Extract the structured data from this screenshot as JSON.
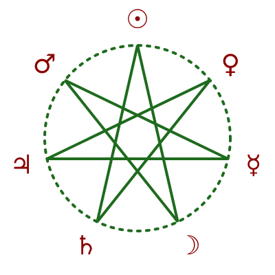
{
  "colors": {
    "star": "#1e6b1e",
    "circle": "#1e6b1e",
    "glyph": "#8b0000",
    "background": "#ffffff"
  },
  "diagram": {
    "figure": "heptagram",
    "vertex_count": 7,
    "star_step": 3,
    "circle_style": "dotted",
    "planets": [
      {
        "name": "sun-icon",
        "glyph": "☉"
      },
      {
        "name": "venus-icon",
        "glyph": "♀"
      },
      {
        "name": "mercury-icon",
        "glyph": "☿"
      },
      {
        "name": "moon-icon",
        "glyph": "☽"
      },
      {
        "name": "saturn-icon",
        "glyph": "♄"
      },
      {
        "name": "jupiter-icon",
        "glyph": "♃"
      },
      {
        "name": "mars-icon",
        "glyph": "♂"
      }
    ]
  }
}
